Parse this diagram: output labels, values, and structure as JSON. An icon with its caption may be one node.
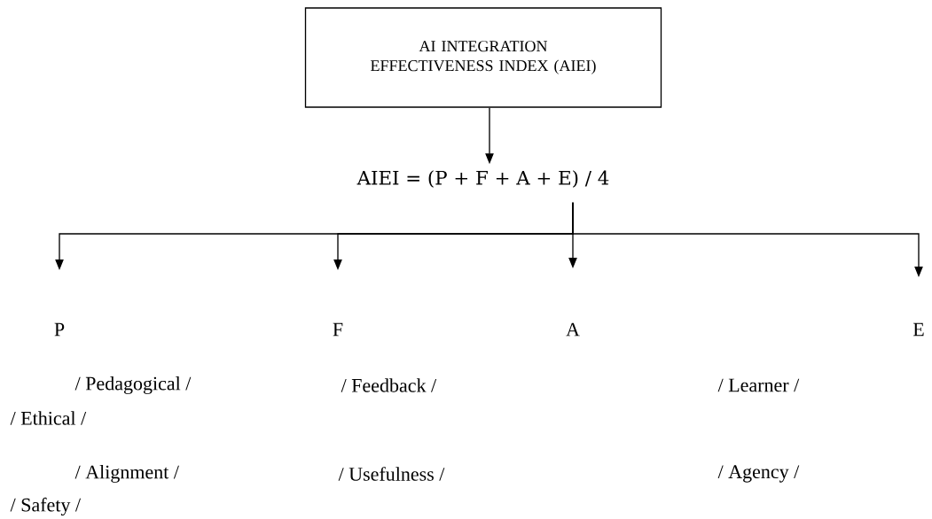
{
  "diagram": {
    "nodes": [
      {
        "text": [
          "AI INTEGRATION EFFECTIVENESS INDEX (AIEI)"
        ]
      },
      {
        "text": [
          "AIEI = (P + F + A + E) / 4"
        ]
      },
      {
        "text": [
          "P"
        ]
      },
      {
        "text": [
          "F"
        ]
      },
      {
        "text": [
          "A"
        ]
      },
      {
        "text": [
          "E"
        ]
      }
    ],
    "edges": [
      {
        "from": 0,
        "to": 1,
        "arrow": "to"
      },
      {
        "from": 1,
        "to": 2,
        "arrow": "to"
      },
      {
        "from": 1,
        "to": 3,
        "arrow": "to"
      },
      {
        "from": 1,
        "to": 4,
        "arrow": "to"
      },
      {
        "from": 1,
        "to": 5,
        "arrow": "to"
      }
    ],
    "labels": [
      "/ Pedagogical /",
      "/ Feedback /",
      "/ Learner /",
      "/ Ethical /",
      "/ Alignment /",
      "/ Usefulness /",
      "/ Agency /",
      "/ Safety /"
    ]
  }
}
